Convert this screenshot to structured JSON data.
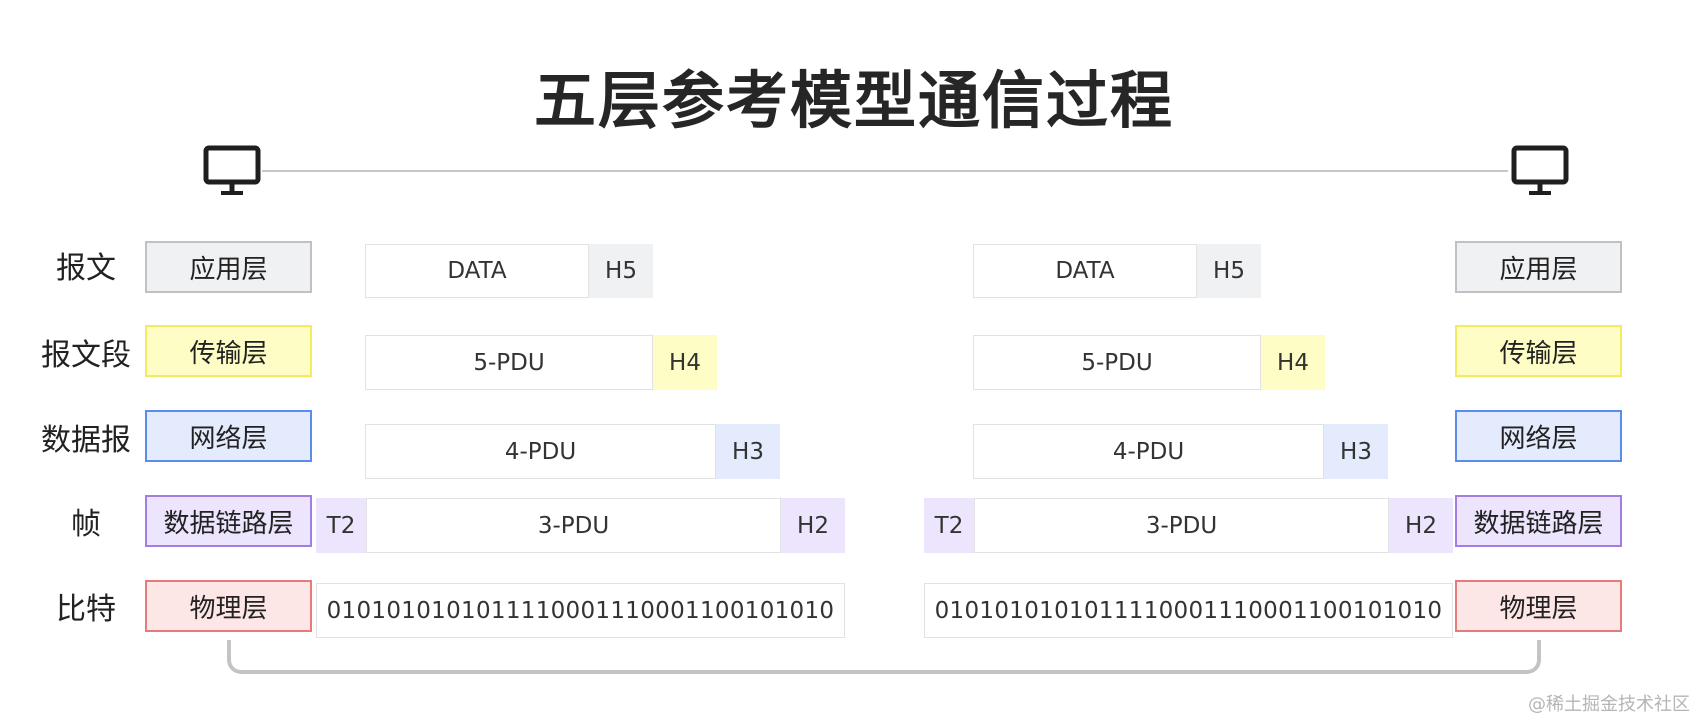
{
  "title": "五层参考模型通信过程",
  "rows": [
    {
      "label": "报文",
      "layer": "应用层",
      "header": "H5",
      "payload": "DATA",
      "trailer": ""
    },
    {
      "label": "报文段",
      "layer": "传输层",
      "header": "H4",
      "payload": "5-PDU",
      "trailer": ""
    },
    {
      "label": "数据报",
      "layer": "网络层",
      "header": "H3",
      "payload": "4-PDU",
      "trailer": ""
    },
    {
      "label": "帧",
      "layer": "数据链路层",
      "header": "H2",
      "payload": "3-PDU",
      "trailer": "T2"
    },
    {
      "label": "比特",
      "layer": "物理层",
      "header": "",
      "payload": "",
      "trailer": "",
      "bits": "0101010101011110001110001100101010"
    }
  ],
  "colors": {
    "application": {
      "fill": "#f0f1f3",
      "border": "#bfc1c4"
    },
    "transport": {
      "fill": "#fefdc6",
      "border": "#f3ec5e"
    },
    "network": {
      "fill": "#e3ebfd",
      "border": "#5b8bec"
    },
    "datalink": {
      "fill": "#ece5fd",
      "border": "#a27ee3"
    },
    "physical": {
      "fill": "#fde6e6",
      "border": "#e77a7a"
    }
  },
  "icons": {
    "left_host": "monitor-icon",
    "right_host": "monitor-icon"
  },
  "watermark": "@稀土掘金技术社区"
}
